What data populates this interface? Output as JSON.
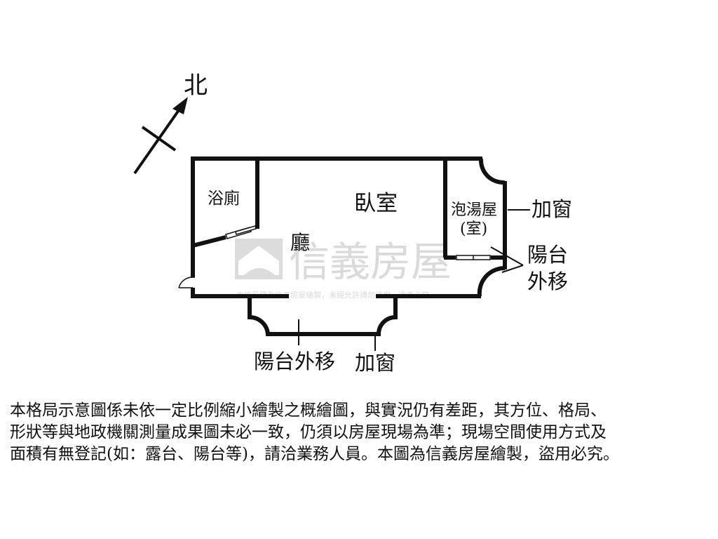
{
  "compass": {
    "north_label": "北"
  },
  "rooms": {
    "bathroom": "浴廁",
    "bedroom": "臥室",
    "living": "廳",
    "bath_room_line1": "泡湯屋",
    "bath_room_line2": "(室)"
  },
  "annotations": {
    "window_right": "加窗",
    "balcony_right_line1": "陽台",
    "balcony_right_line2": "外移",
    "balcony_bottom": "陽台外移",
    "window_bottom": "加窗"
  },
  "watermark": {
    "brand": "信義房屋",
    "small_text": "本格局圖為信義房屋繪製，未經允許請勿盜用，違者必究"
  },
  "disclaimer": [
    "本格局示意圖係未依一定比例縮小繪製之概繪圖，與實況仍有差距，其方位、格局、",
    "形狀等與地政機關測量成果圖未必一致，仍須以房屋現場為準；現場空間使用方式及",
    "面積有無登記(如：露台、陽台等)，請洽業務人員。本圖為信義房屋繪製，盜用必究。"
  ],
  "colors": {
    "wall": "#111111",
    "watermark": "#c8c8c8"
  }
}
